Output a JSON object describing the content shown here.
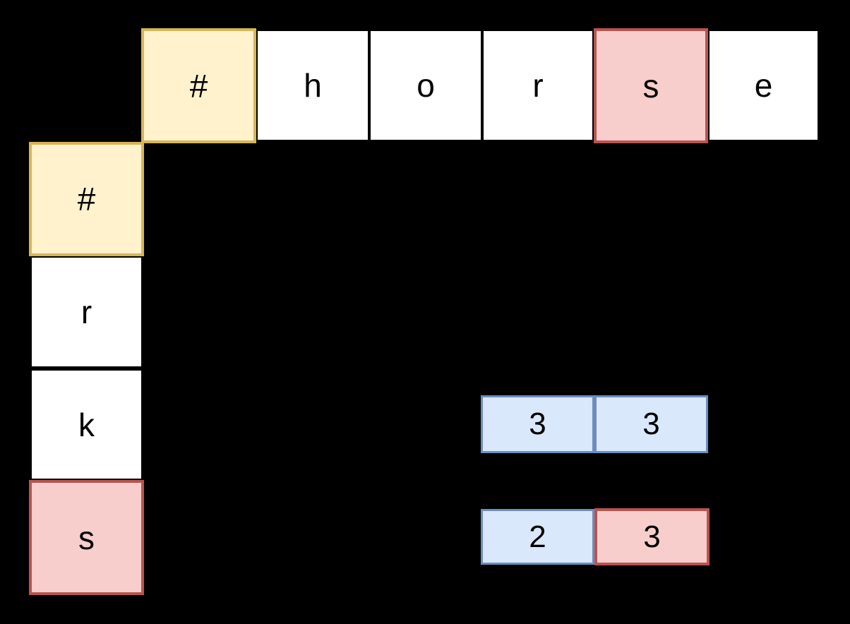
{
  "colors": {
    "background": "#000000",
    "text": "#000000",
    "white_fill": "#ffffff",
    "white_stroke": "#000000",
    "yellow_fill": "#fff2cc",
    "yellow_stroke": "#d6b656",
    "red_fill": "#f8cecc",
    "red_stroke": "#b85450",
    "blue_fill": "#dae8fc",
    "blue_stroke": "#6c8ebf"
  },
  "top_row": {
    "word": "#horse",
    "cells": [
      {
        "label": "#",
        "variant": "yellow"
      },
      {
        "label": "h",
        "variant": "white"
      },
      {
        "label": "o",
        "variant": "white"
      },
      {
        "label": "r",
        "variant": "white"
      },
      {
        "label": "s",
        "variant": "red"
      },
      {
        "label": "e",
        "variant": "white"
      }
    ]
  },
  "left_column": {
    "word": "#rks",
    "cells": [
      {
        "label": "#",
        "variant": "yellow"
      },
      {
        "label": "r",
        "variant": "white"
      },
      {
        "label": "k",
        "variant": "white"
      },
      {
        "label": "s",
        "variant": "red"
      }
    ]
  },
  "value_boxes": {
    "box1": {
      "cells": [
        {
          "label": "3",
          "variant": "blue"
        },
        {
          "label": "3",
          "variant": "blue"
        }
      ]
    },
    "box2": {
      "cells": [
        {
          "label": "2",
          "variant": "blue"
        },
        {
          "label": "3",
          "variant": "red"
        }
      ]
    }
  }
}
